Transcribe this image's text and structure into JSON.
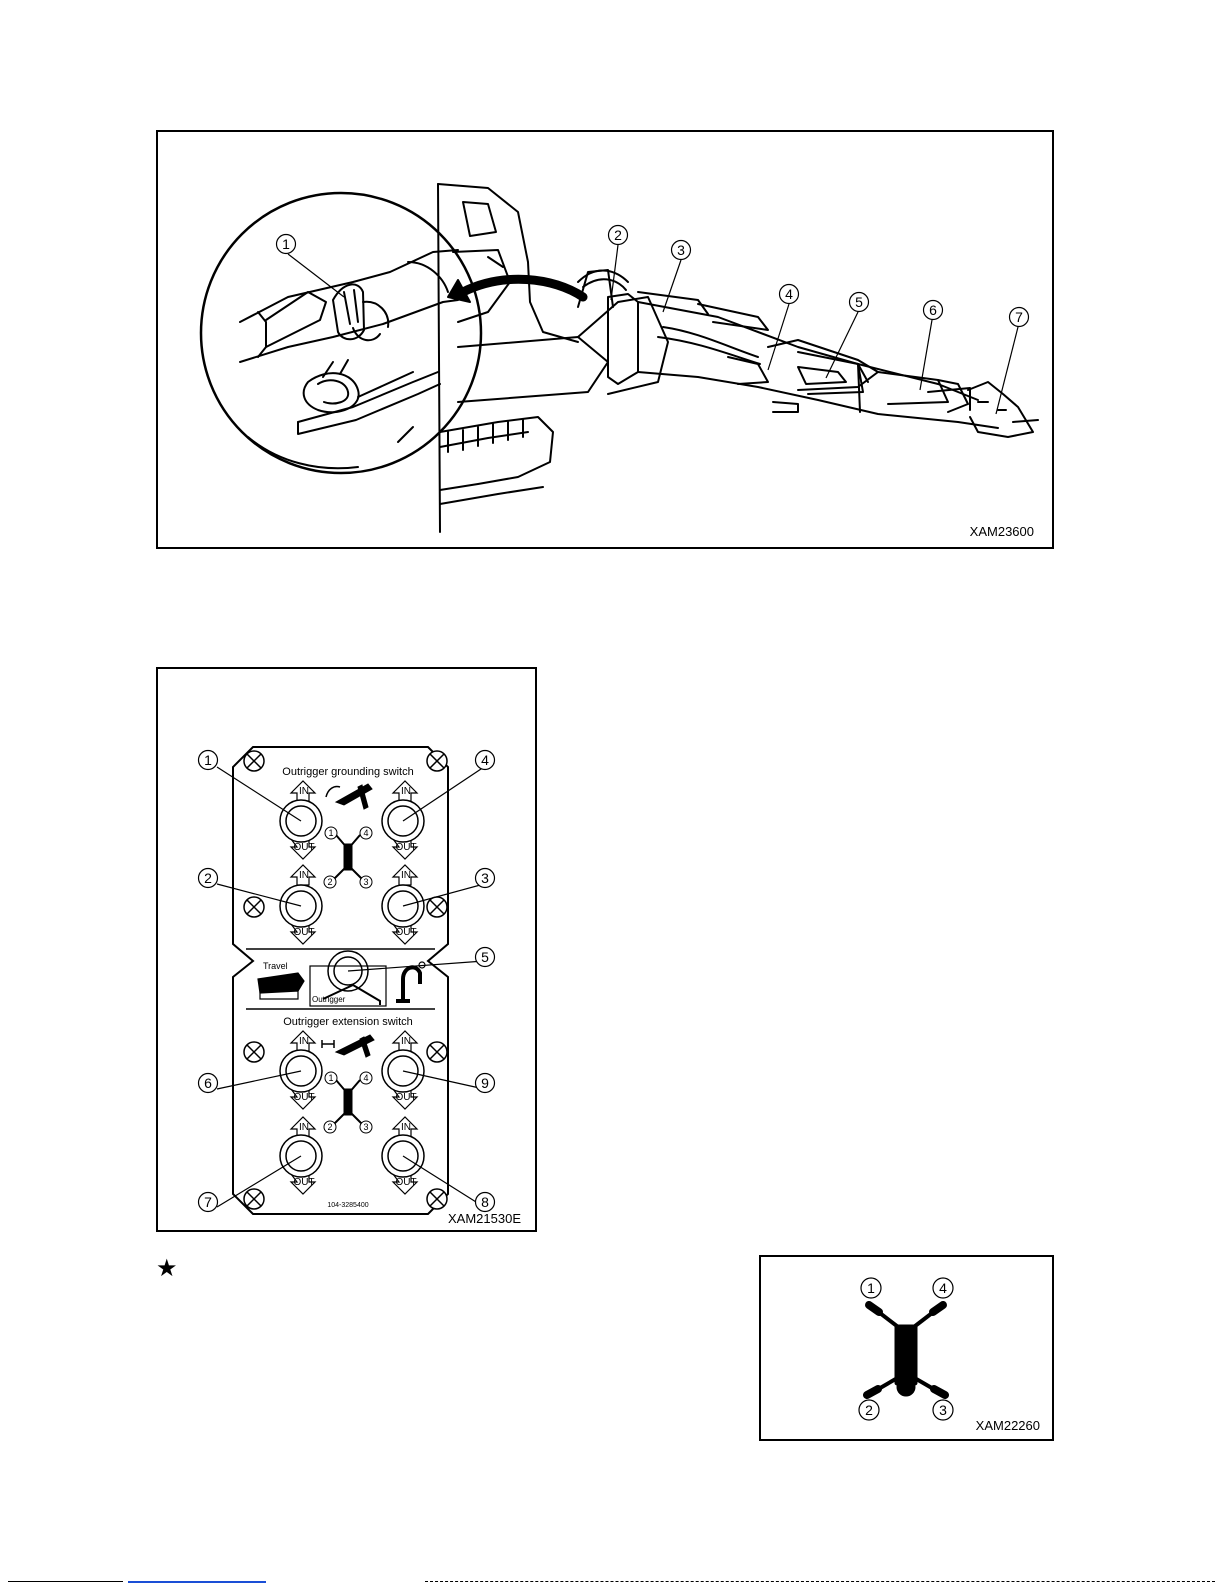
{
  "figure1": {
    "code": "XAM23600",
    "callouts": [
      "1",
      "2",
      "3",
      "4",
      "5",
      "6",
      "7"
    ]
  },
  "figure2": {
    "code": "XAM21530E",
    "grounding_title": "Outrigger grounding switch",
    "extension_title": "Outrigger extension  switch",
    "in_label": "IN",
    "out_label": "OUT",
    "travel_label": "Travel",
    "outrigger_label": "Outrigger",
    "part_number": "104-3285400",
    "callouts": [
      "1",
      "2",
      "3",
      "4",
      "5",
      "6",
      "7",
      "8",
      "9"
    ],
    "diagram_labels": [
      "1",
      "4",
      "2",
      "3"
    ]
  },
  "note_marker": "★",
  "figure3": {
    "code": "XAM22260",
    "labels": [
      "1",
      "4",
      "2",
      "3"
    ]
  }
}
